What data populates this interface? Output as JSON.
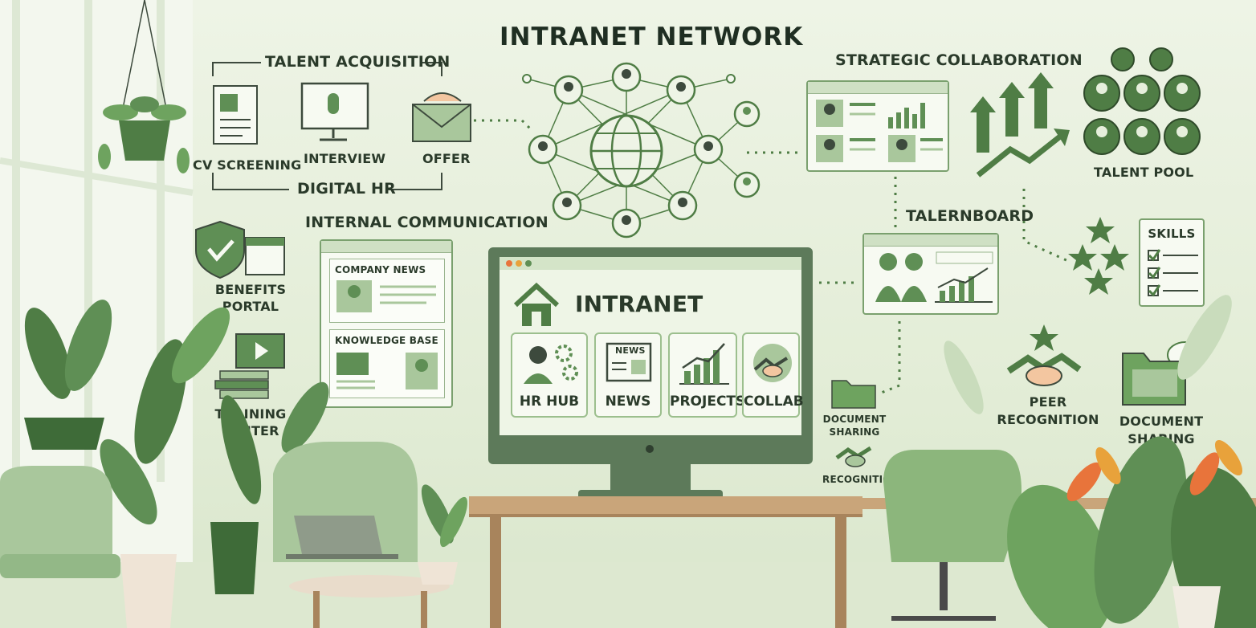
{
  "title": "INTRANET NETWORK",
  "talent_acquisition": {
    "heading": "TALENT ACQUISITION",
    "steps": [
      "CV SCREENING",
      "INTERVIEW",
      "OFFER"
    ],
    "footer": "DIGITAL HR"
  },
  "internal_communication": {
    "heading": "INTERNAL COMMUNICATION",
    "panels": [
      "COMPANY NEWS",
      "KNOWLEDGE BASE"
    ]
  },
  "left_items": {
    "benefits": "BENEFITS PORTAL",
    "training": "TRAINING CENTER"
  },
  "monitor": {
    "title": "INTRANET",
    "tiles": [
      "HR HUB",
      "NEWS",
      "PROJECTS",
      "COLLAB"
    ],
    "news_icon_text": "NEWS"
  },
  "strategic_collaboration": {
    "heading": "STRATEGIC COLLABORATION"
  },
  "talent_pool": {
    "label": "TALENT POOL"
  },
  "talentboard": {
    "label": "TALERNBOARD"
  },
  "skills": {
    "label": "SKILLS"
  },
  "document_sharing_small": {
    "label": "DOCUMENT SHARING"
  },
  "recognition_small": {
    "label": "RECOGNITION"
  },
  "peer_recognition": {
    "label": "PEER RECOGNITION"
  },
  "document_sharing": {
    "label": "DOCUMENT SHARING"
  },
  "colors": {
    "primary": "#4f7d45",
    "light": "#a9c79c",
    "bg": "#e6efdc",
    "accent": "#e8743b"
  }
}
